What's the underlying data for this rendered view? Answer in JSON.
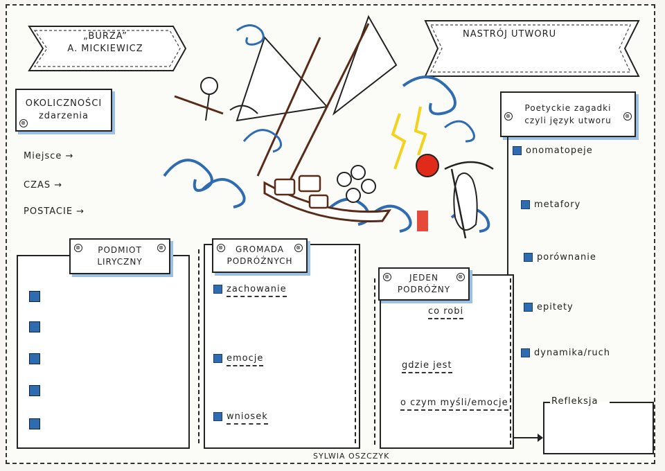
{
  "header": {
    "title_line1": "„BURZA”",
    "title_line2": "A. MICKIEWICZ",
    "mood_label": "NASTRÓJ UTWORU"
  },
  "circumstances": {
    "title_line1": "OKOLICZNOŚCI",
    "title_line2": "zdarzenia",
    "items": [
      {
        "label": "Miejsce →"
      },
      {
        "label": "CZAS →"
      },
      {
        "label": "POSTACIE →"
      }
    ]
  },
  "poetic": {
    "title_line1": "Poetyckie zagadki",
    "title_line2": "czyli język utworu",
    "items": [
      "onomatopeje",
      "metafory",
      "porównanie",
      "epitety",
      "dynamika/ruch"
    ]
  },
  "podmiot": {
    "title_line1": "PODMIOT",
    "title_line2": "LIRYCZNY",
    "bullets": 5
  },
  "gromada": {
    "title_line1": "GROMADA",
    "title_line2": "PODRÓŻNYCH",
    "items": [
      "zachowanie",
      "emocje",
      "wniosek"
    ]
  },
  "jeden": {
    "title_line1": "JEDEN",
    "title_line2": "PODRÓŻNY",
    "items": [
      "co robi",
      "gdzie jest",
      "o czym myśli/emocje"
    ]
  },
  "reflection": {
    "label": "Refleksja"
  },
  "footer": {
    "author": "SYLWIA OSZCZYK"
  },
  "colors": {
    "accent_blue": "#2e6bb0",
    "shadow_blue": "#9cc0e2",
    "red": "#e02a1a",
    "yellow": "#f2d21a"
  }
}
